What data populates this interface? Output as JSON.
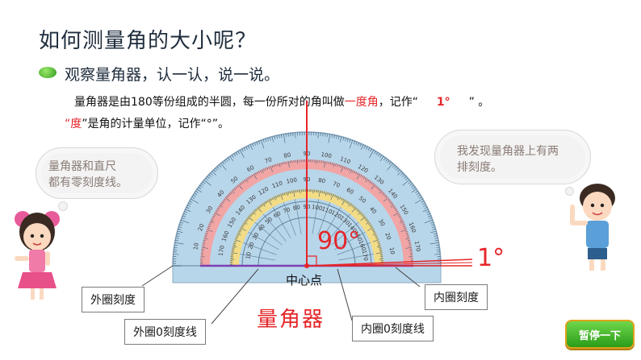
{
  "title": "如何测量角的大小呢？",
  "subtitle": "观察量角器，认一认，说一说。",
  "line1": {
    "pre": "量角器是由180等份组成的半圆，每一份所对的角叫做",
    "term": "一度角",
    "mid": "，记作“",
    "symbol": "1°",
    "post": "”  。"
  },
  "line2": {
    "quote_open": "“",
    "term": "度",
    "post": "”是角的计量单位，记作“°”。"
  },
  "speech_left": [
    "量角器和直尺",
    "都有零刻度线。"
  ],
  "speech_right": [
    "我发现量角器上有两",
    "排刻度。"
  ],
  "labels": {
    "outer_scale": "外圈刻度",
    "outer_zero": "外圈0刻度线",
    "center": "中心点",
    "inner_scale": "内圈刻度",
    "inner_zero": "内圈0刻度线",
    "protractor": "量角器"
  },
  "angle_90": "90°",
  "angle_1": "1°",
  "pause_button": "暂停一下",
  "colors": {
    "accent_red": "#e5262a",
    "ruler_blue": "#b8d6ea",
    "band_red": "#f2a5a5",
    "band_yellow": "#f3dc86"
  }
}
